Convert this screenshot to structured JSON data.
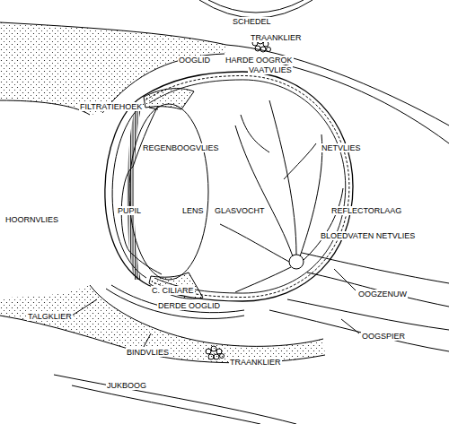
{
  "diagram": {
    "labels": [
      "SCHEDEL",
      "TRAANKLIER",
      "OOGLID",
      "HARDE OOGROK",
      "VAATVLIES",
      "FILTRATIEHOEK",
      "REGENBOOGVLIES",
      "NETVLIES",
      "HOORNVLIES",
      "PUPIL",
      "LENS",
      "GLASVOCHT",
      "REFLECTORLAAG",
      "BLOEDVATEN NETVLIES",
      "C. CILIARE",
      "OOGZENUW",
      "DERDE OOGLID",
      "TALGKLIER",
      "OOGSPIER",
      "BINDVLIES",
      "TRAANKLIER",
      "JUKBOOG"
    ]
  }
}
